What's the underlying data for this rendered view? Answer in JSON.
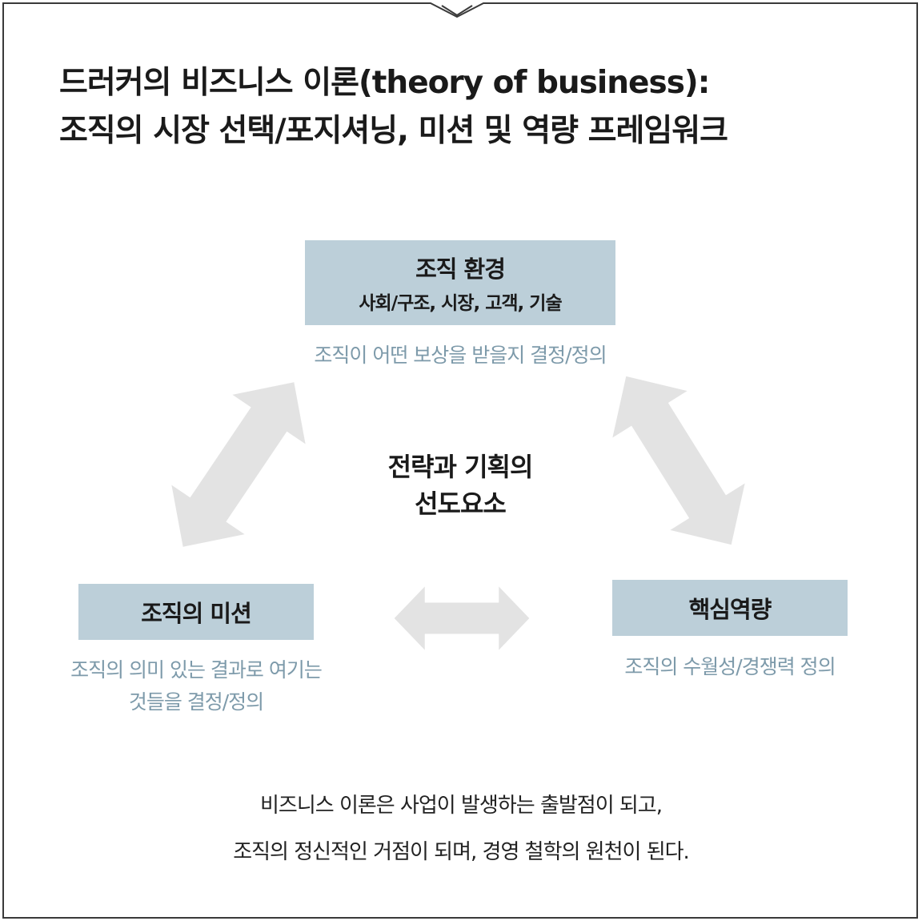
{
  "title": {
    "line1": "드러커의 비즈니스 이론(theory of business):",
    "line2": "조직의 시장 선택/포지셔닝, 미션 및 역량 프레임워크"
  },
  "diagram": {
    "top_node": {
      "title": "조직 환경",
      "subtitle": "사회/구조, 시장, 고객, 기술",
      "description": "조직이 어떤 보상을 받을지 결정/정의"
    },
    "left_node": {
      "title": "조직의 미션",
      "description_line1": "조직의 의미 있는 결과로 여기는",
      "description_line2": "것들을 결정/정의"
    },
    "right_node": {
      "title": "핵심역량",
      "description": "조직의 수월성/경쟁력 정의"
    },
    "center": {
      "line1": "전략과 기획의",
      "line2": "선도요소"
    },
    "colors": {
      "box_fill": "#bccfd9",
      "description_text": "#7d9aaa",
      "arrow_fill": "#e3e3e3"
    }
  },
  "summary": {
    "line1": "비즈니스 이론은 사업이 발생하는 출발점이 되고,",
    "line2": "조직의 정신적인 거점이 되며, 경영 철학의 원천이 된다."
  }
}
